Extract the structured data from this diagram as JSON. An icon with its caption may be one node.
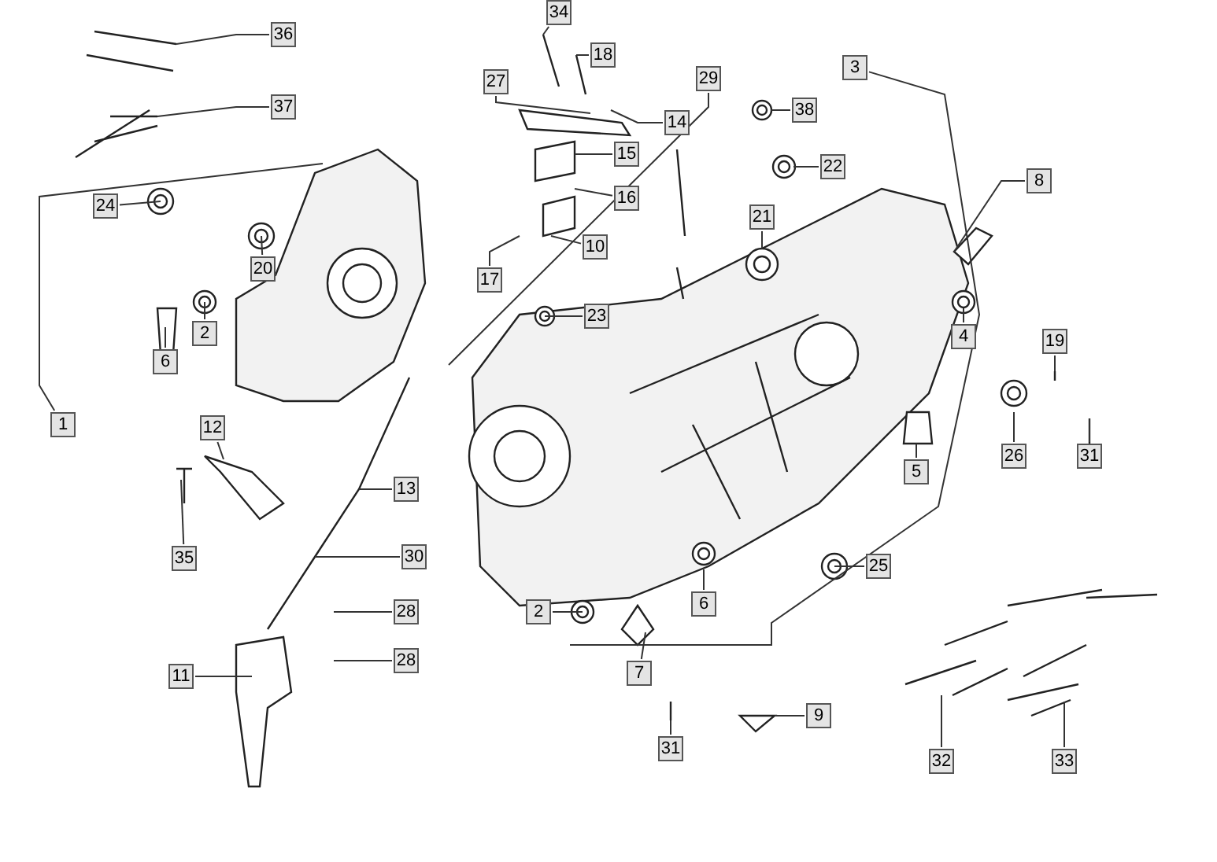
{
  "diagram": {
    "nodes": [
      {
        "text": [
          "36"
        ]
      },
      {
        "text": [
          "37"
        ]
      },
      {
        "text": [
          "24"
        ]
      },
      {
        "text": [
          "20"
        ]
      },
      {
        "text": [
          "2"
        ]
      },
      {
        "text": [
          "6"
        ]
      },
      {
        "text": [
          "1"
        ]
      },
      {
        "text": [
          "12"
        ]
      },
      {
        "text": [
          "13"
        ]
      },
      {
        "text": [
          "35"
        ]
      },
      {
        "text": [
          "30"
        ]
      },
      {
        "text": [
          "28"
        ]
      },
      {
        "text": [
          "11"
        ]
      },
      {
        "text": [
          "28"
        ]
      },
      {
        "text": [
          "27"
        ]
      },
      {
        "text": [
          "34"
        ]
      },
      {
        "text": [
          "18"
        ]
      },
      {
        "text": [
          "14"
        ]
      },
      {
        "text": [
          "15"
        ]
      },
      {
        "text": [
          "16"
        ]
      },
      {
        "text": [
          "10"
        ]
      },
      {
        "text": [
          "17"
        ]
      },
      {
        "text": [
          "29"
        ]
      },
      {
        "text": [
          "3"
        ]
      },
      {
        "text": [
          "38"
        ]
      },
      {
        "text": [
          "22"
        ]
      },
      {
        "text": [
          "21"
        ]
      },
      {
        "text": [
          "8"
        ]
      },
      {
        "text": [
          "23"
        ]
      },
      {
        "text": [
          "4"
        ]
      },
      {
        "text": [
          "19"
        ]
      },
      {
        "text": [
          "26"
        ]
      },
      {
        "text": [
          "31"
        ]
      },
      {
        "text": [
          "5"
        ]
      },
      {
        "text": [
          "25"
        ]
      },
      {
        "text": [
          "2"
        ]
      },
      {
        "text": [
          "6"
        ]
      },
      {
        "text": [
          "7"
        ]
      },
      {
        "text": [
          "31"
        ]
      },
      {
        "text": [
          "9"
        ]
      },
      {
        "text": [
          "32"
        ]
      },
      {
        "text": [
          "33"
        ]
      }
    ],
    "edges": [
      {
        "from": 0,
        "to": null,
        "arrow": "none"
      },
      {
        "from": 1,
        "to": null,
        "arrow": "none"
      },
      {
        "from": 2,
        "to": null,
        "arrow": "none"
      },
      {
        "from": 3,
        "to": null,
        "arrow": "none"
      },
      {
        "from": 4,
        "to": null,
        "arrow": "none"
      },
      {
        "from": 5,
        "to": null,
        "arrow": "none"
      },
      {
        "from": 6,
        "to": null,
        "arrow": "none"
      },
      {
        "from": 7,
        "to": null,
        "arrow": "none"
      },
      {
        "from": 8,
        "to": null,
        "arrow": "none"
      },
      {
        "from": 9,
        "to": null,
        "arrow": "none"
      },
      {
        "from": 10,
        "to": null,
        "arrow": "none"
      },
      {
        "from": 11,
        "to": null,
        "arrow": "none"
      },
      {
        "from": 12,
        "to": null,
        "arrow": "none"
      },
      {
        "from": 13,
        "to": null,
        "arrow": "none"
      },
      {
        "from": 14,
        "to": null,
        "arrow": "none"
      },
      {
        "from": 15,
        "to": null,
        "arrow": "none"
      },
      {
        "from": 16,
        "to": null,
        "arrow": "none"
      },
      {
        "from": 17,
        "to": null,
        "arrow": "none"
      },
      {
        "from": 18,
        "to": null,
        "arrow": "none"
      },
      {
        "from": 19,
        "to": null,
        "arrow": "none"
      },
      {
        "from": 20,
        "to": null,
        "arrow": "none"
      },
      {
        "from": 21,
        "to": null,
        "arrow": "none"
      },
      {
        "from": 22,
        "to": null,
        "arrow": "none"
      },
      {
        "from": 23,
        "to": null,
        "arrow": "none"
      },
      {
        "from": 24,
        "to": null,
        "arrow": "none"
      },
      {
        "from": 25,
        "to": null,
        "arrow": "none"
      },
      {
        "from": 26,
        "to": null,
        "arrow": "none"
      },
      {
        "from": 27,
        "to": null,
        "arrow": "none"
      },
      {
        "from": 28,
        "to": null,
        "arrow": "none"
      },
      {
        "from": 29,
        "to": null,
        "arrow": "none"
      },
      {
        "from": 30,
        "to": null,
        "arrow": "none"
      },
      {
        "from": 31,
        "to": null,
        "arrow": "none"
      },
      {
        "from": 32,
        "to": null,
        "arrow": "none"
      },
      {
        "from": 33,
        "to": null,
        "arrow": "none"
      },
      {
        "from": 34,
        "to": null,
        "arrow": "none"
      },
      {
        "from": 35,
        "to": null,
        "arrow": "none"
      },
      {
        "from": 36,
        "to": null,
        "arrow": "none"
      },
      {
        "from": 37,
        "to": null,
        "arrow": "none"
      },
      {
        "from": 38,
        "to": null,
        "arrow": "none"
      },
      {
        "from": 39,
        "to": null,
        "arrow": "none"
      },
      {
        "from": 40,
        "to": null,
        "arrow": "none"
      },
      {
        "from": 41,
        "to": null,
        "arrow": "none"
      }
    ]
  }
}
